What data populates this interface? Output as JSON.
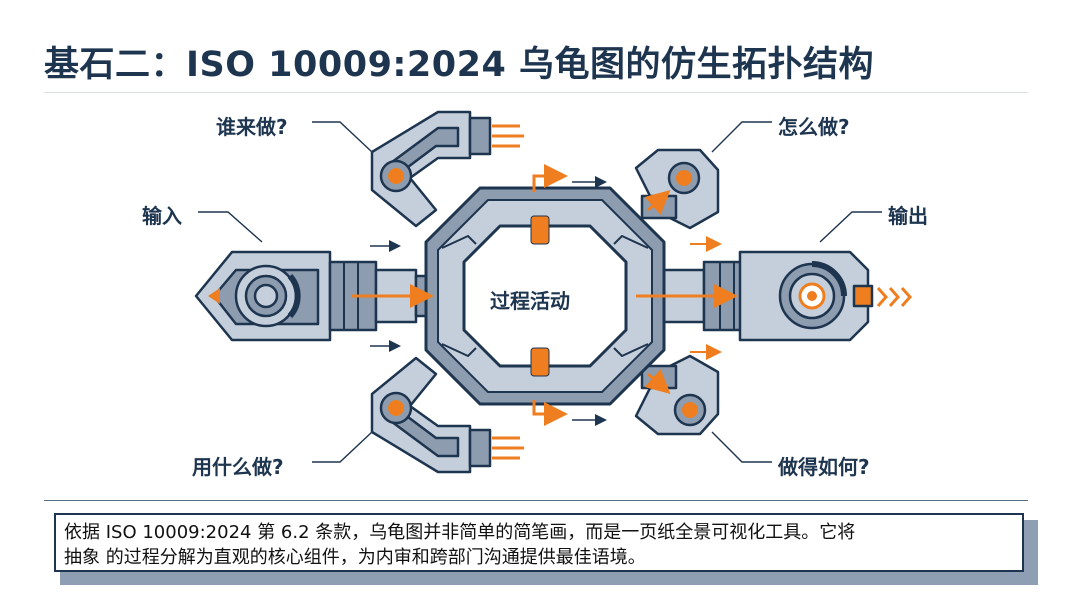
{
  "title": "基石二：ISO 10009:2024 乌龟图的仿生拓扑结构",
  "center_label": "过程活动",
  "labels": {
    "who": "谁来做?",
    "how": "怎么做?",
    "input": "输入",
    "output": "输出",
    "with_what": "用什么做?",
    "measure": "做得如何?"
  },
  "note": {
    "line1": "依据 ISO 10009:2024 第 6.2 条款，乌龟图并非简单的简笔画，而是一页纸全景可视化工具。它将",
    "line2": "抽象  的过程分解为直观的核心组件，为内审和跨部门沟通提供最佳语境。"
  },
  "colors": {
    "navy": "#1e3550",
    "steel": "#8e9cb0",
    "light_steel": "#c5cedb",
    "orange": "#ee7e1f"
  }
}
